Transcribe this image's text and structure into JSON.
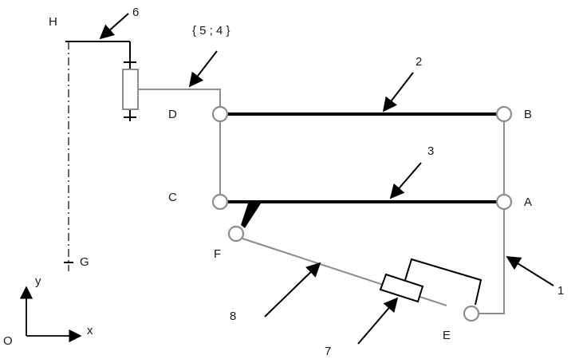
{
  "labels": {
    "H": "H",
    "G": "G",
    "D": "D",
    "B": "B",
    "C": "C",
    "A": "A",
    "F": "F",
    "E": "E",
    "O": "O",
    "x": "x",
    "y": "y",
    "set": "{ 5 ; 4 }",
    "n1": "1",
    "n2": "2",
    "n3": "3",
    "n6": "6",
    "n7": "7",
    "n8": "8"
  },
  "colors": {
    "link_gray": "#8c8c8c",
    "bar_black": "#000000",
    "text": "#1a1a1a"
  }
}
